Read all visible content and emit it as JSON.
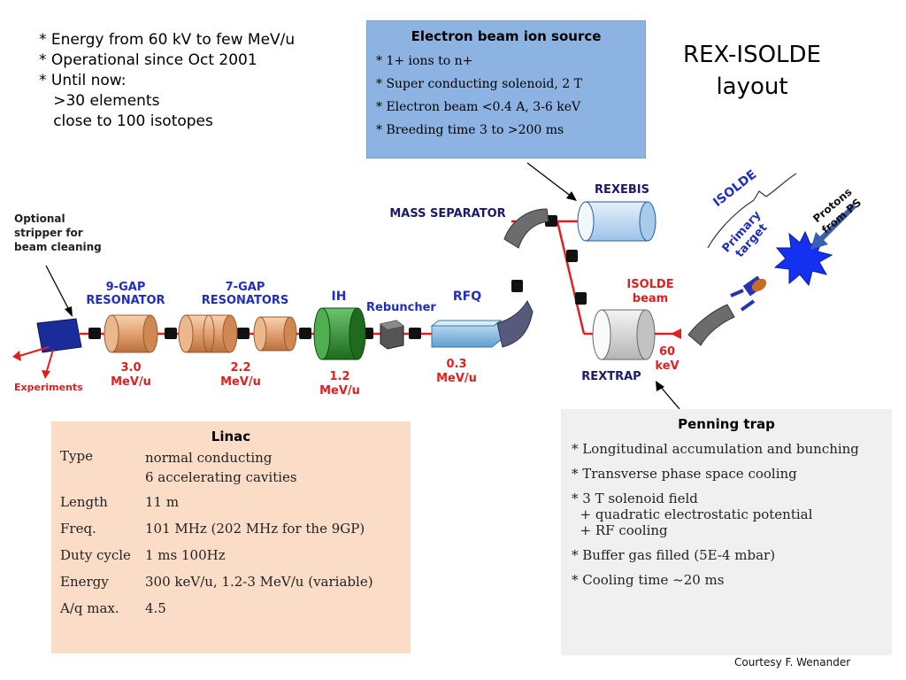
{
  "intro": [
    "* Energy from 60 kV to few MeV/u",
    "* Operational since Oct 2001",
    "* Until now:",
    "   >30 elements",
    "   close to 100 isotopes"
  ],
  "title": [
    "REX-ISOLDE",
    "layout"
  ],
  "ebis": {
    "heading": "Electron beam ion source",
    "items": [
      "* 1+ ions to n+",
      "* Super conducting solenoid, 2 T",
      "* Electron beam <0.4 A, 3-6 keV",
      "* Breeding time 3 to >200 ms"
    ]
  },
  "diagram": {
    "stripper_note": [
      "Optional",
      "stripper for",
      "beam cleaning"
    ],
    "resonator9": [
      "9-GAP",
      "RESONATOR"
    ],
    "resonator7": [
      "7-GAP",
      "RESONATORS"
    ],
    "ih": "IH",
    "rebuncher": "Rebuncher",
    "rfq": "RFQ",
    "mass_separator": "MASS SEPARATOR",
    "rexebis": "REXEBIS",
    "rextrap": "REXTRAP",
    "isolde_beam": [
      "ISOLDE",
      "beam"
    ],
    "isolde": "ISOLDE",
    "primary_target": [
      "Primary",
      "target"
    ],
    "protons": [
      "Protons",
      "from PS"
    ],
    "experiments": "Experiments",
    "energy_30": [
      "3.0",
      "MeV/u"
    ],
    "energy_22": [
      "2.2",
      "MeV/u"
    ],
    "energy_12": [
      "1.2",
      "MeV/u"
    ],
    "energy_03": [
      "0.3",
      "MeV/u"
    ],
    "energy_60": [
      "60",
      "keV"
    ]
  },
  "linac": {
    "heading": "Linac",
    "rows": [
      {
        "k": "Type",
        "v": "normal conducting\n6 accelerating cavities"
      },
      {
        "k": "Length",
        "v": "11 m"
      },
      {
        "k": "Freq.",
        "v": "101 MHz (202 MHz for the 9GP)"
      },
      {
        "k": "Duty cycle",
        "v": "1 ms 100Hz"
      },
      {
        "k": "Energy",
        "v": "300 keV/u, 1.2-3 MeV/u (variable)"
      },
      {
        "k": "A/q max.",
        "v": "4.5"
      }
    ]
  },
  "penning": {
    "heading": "Penning trap",
    "items": [
      "* Longitudinal accumulation and bunching",
      "* Transverse phase space cooling",
      "* 3 T solenoid field\n  + quadratic electrostatic potential\n  + RF cooling",
      "* Buffer gas filled (5E-4 mbar)",
      "* Cooling time ~20 ms"
    ]
  },
  "credit": "Courtesy F. Wenander"
}
